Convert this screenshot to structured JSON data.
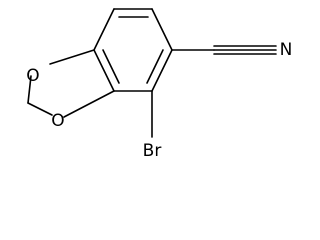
{
  "molecule": {
    "atoms": {
      "oxygen_top": "O",
      "oxygen_bottom": "O",
      "bromine": "Br",
      "nitrogen": "N"
    },
    "colors": {
      "ink": "#000000",
      "background": "#ffffff"
    }
  }
}
